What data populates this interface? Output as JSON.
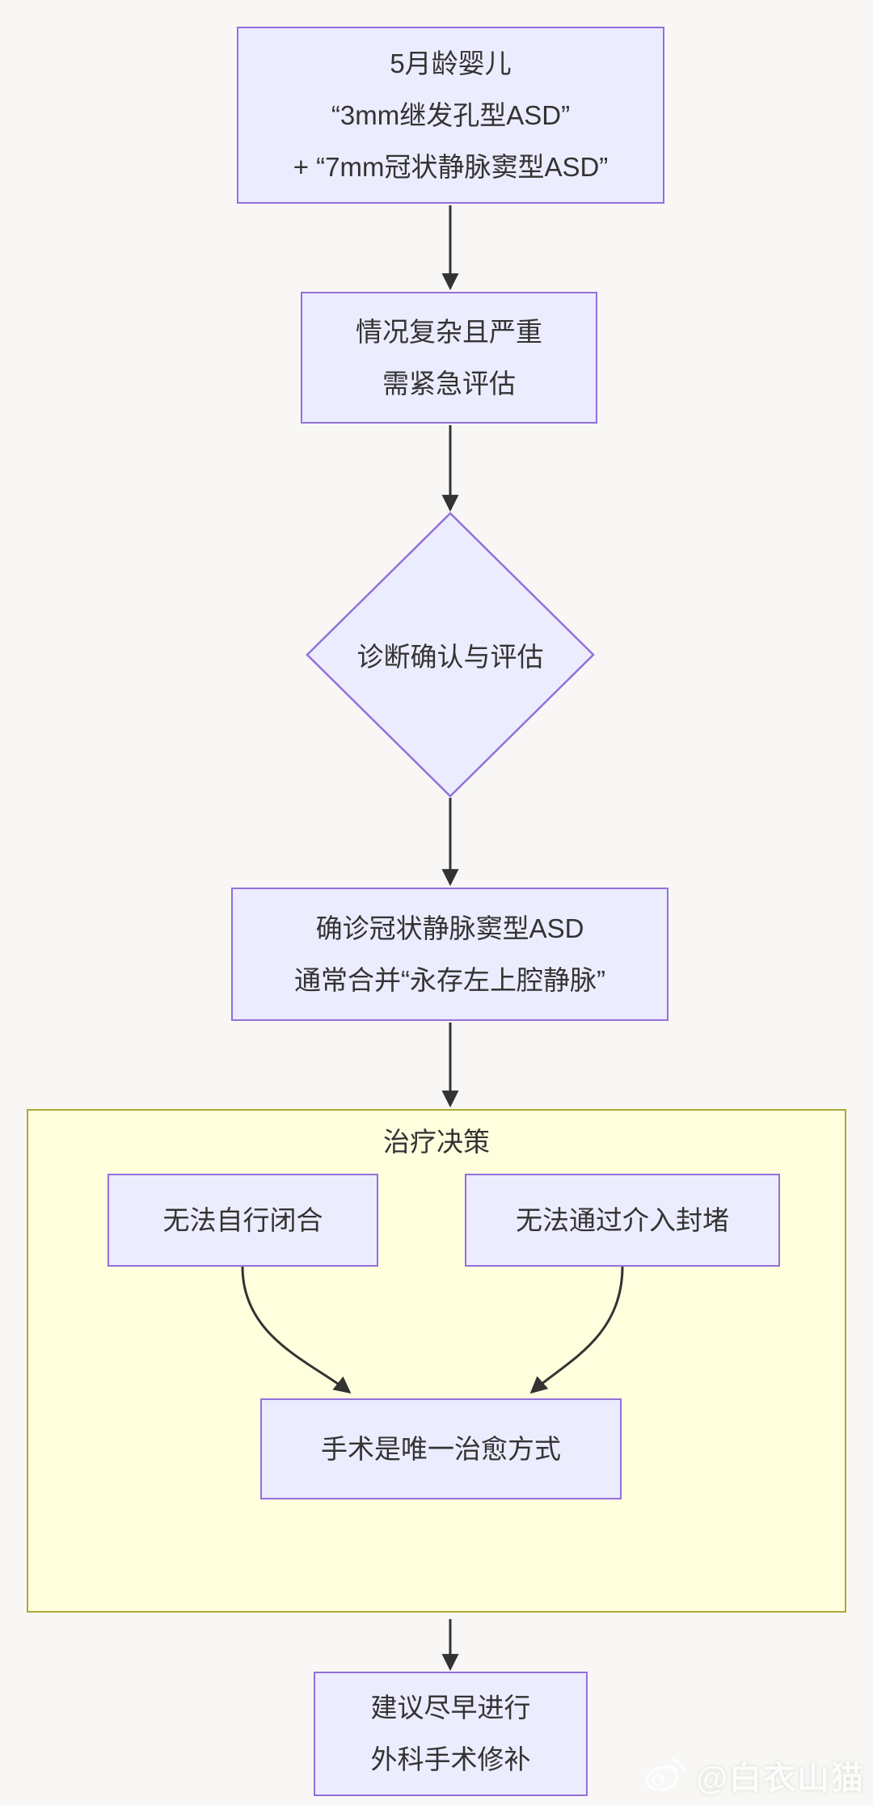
{
  "colors": {
    "background": "#f8f7f5",
    "node_fill": "#ECECFF",
    "node_border": "#9370DB",
    "subgraph_fill": "#FFFFDE",
    "subgraph_border": "#AAAA33",
    "edge": "#333333",
    "text": "#333333"
  },
  "flowchart": {
    "nodes": {
      "patient": {
        "shape": "rect",
        "lines": [
          "5月龄婴儿",
          "“3mm继发孔型ASD”",
          "+ “7mm冠状静脉窦型ASD”"
        ]
      },
      "urgent": {
        "shape": "rect",
        "lines": [
          "情况复杂且严重",
          "需紧急评估"
        ]
      },
      "diagnosis": {
        "shape": "diamond",
        "label": "诊断确认与评估"
      },
      "confirm": {
        "shape": "rect",
        "lines": [
          "确诊冠状静脉窦型ASD",
          "通常合并“永存左上腔静脉”"
        ]
      },
      "no_self_close": {
        "shape": "rect",
        "label": "无法自行闭合"
      },
      "no_catheter": {
        "shape": "rect",
        "label": "无法通过介入封堵"
      },
      "surgery_only": {
        "shape": "rect",
        "label": "手术是唯一治愈方式"
      },
      "recommend": {
        "shape": "rect",
        "lines": [
          "建议尽早进行",
          "外科手术修补"
        ]
      }
    },
    "subgraph": {
      "title": "治疗决策"
    },
    "edges": [
      {
        "from": "patient",
        "to": "urgent"
      },
      {
        "from": "urgent",
        "to": "diagnosis"
      },
      {
        "from": "diagnosis",
        "to": "confirm"
      },
      {
        "from": "confirm",
        "to": "treatment_decision_group"
      },
      {
        "from": "no_self_close",
        "to": "surgery_only"
      },
      {
        "from": "no_catheter",
        "to": "surgery_only"
      },
      {
        "from": "treatment_decision_group",
        "to": "recommend"
      }
    ]
  },
  "watermark": {
    "icon": "weibo-icon",
    "text": "@白衣山猫"
  }
}
